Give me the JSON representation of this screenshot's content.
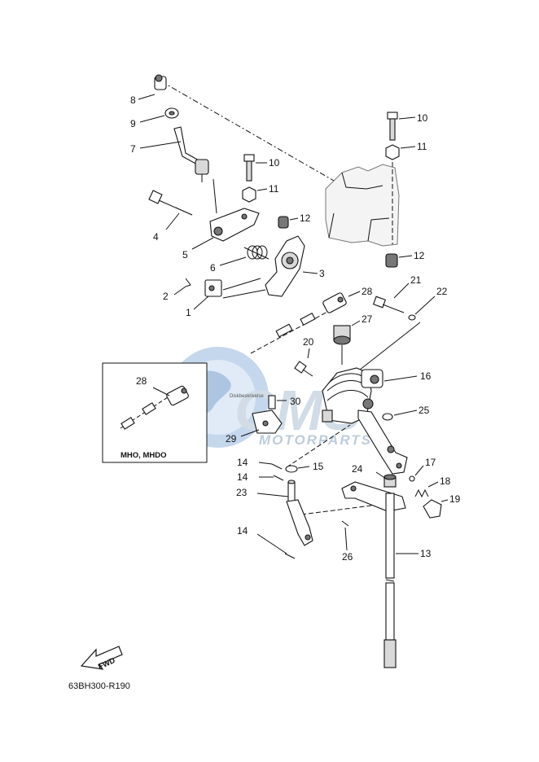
{
  "diagram_code": "63BH300-R190",
  "fwd_label": "FWD",
  "inset_label": "MHO, MHDO",
  "inset_small_text": "Diskbeskrivelse",
  "watermark": {
    "brand": "CMS",
    "sub": "MOTORPARTS"
  },
  "callouts": {
    "c8": "8",
    "c9": "9",
    "c7": "7",
    "c10a": "10",
    "c11a": "11",
    "c12a": "12",
    "c10b": "10",
    "c11b": "11",
    "c12b": "12",
    "c4": "4",
    "c5": "5",
    "c6": "6",
    "c3": "3",
    "c2": "2",
    "c1": "1",
    "c28a": "28",
    "c21": "21",
    "c22": "22",
    "c27": "27",
    "c20": "20",
    "c16": "16",
    "c28b": "28",
    "c30": "30",
    "c25": "25",
    "c29": "29",
    "c14a": "14",
    "c15": "15",
    "c14b": "14",
    "c24": "24",
    "c17": "17",
    "c18": "18",
    "c19": "19",
    "c23": "23",
    "c14c": "14",
    "c26": "26",
    "c13": "13"
  }
}
